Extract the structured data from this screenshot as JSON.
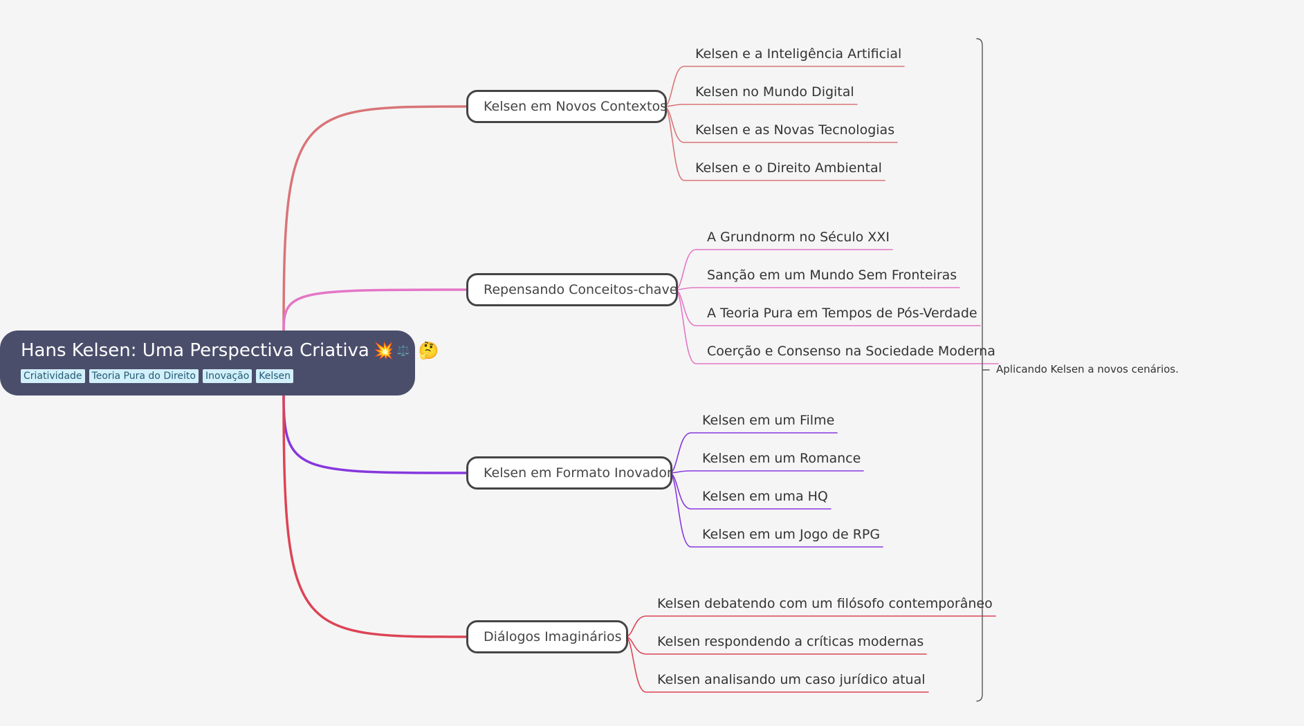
{
  "root": {
    "title": "Hans Kelsen: Uma Perspectiva Criativa",
    "emojis": [
      "💥",
      "⚖️",
      "🤔"
    ],
    "tags": [
      "Criatividade",
      "Teoria Pura do Direito",
      "Inovação",
      "Kelsen"
    ]
  },
  "branches": [
    {
      "label": "Kelsen em Novos Contextos",
      "color": "#d97478",
      "children": [
        "Kelsen e a Inteligência Artificial",
        "Kelsen no Mundo Digital",
        "Kelsen e as Novas Tecnologias",
        "Kelsen e o Direito Ambiental"
      ]
    },
    {
      "label": "Repensando Conceitos-chave",
      "color": "#e476c6",
      "children": [
        "A Grundnorm no Século XXI",
        "Sanção em um Mundo Sem Fronteiras",
        "A Teoria Pura em Tempos de Pós-Verdade",
        "Coerção e Consenso na Sociedade Moderna"
      ]
    },
    {
      "label": "Kelsen em Formato Inovador",
      "color": "#8637de",
      "children": [
        "Kelsen em um Filme",
        "Kelsen em um Romance",
        "Kelsen em uma HQ",
        "Kelsen em um Jogo de RPG"
      ]
    },
    {
      "label": "Diálogos Imaginários",
      "color": "#dc4455",
      "children": [
        "Kelsen debatendo com um filósofo contemporâneo",
        "Kelsen respondendo a críticas modernas",
        "Kelsen analisando um caso jurídico atual"
      ]
    }
  ],
  "summary": {
    "label": "Aplicando Kelsen a novos cenários.",
    "color": "#555555"
  }
}
